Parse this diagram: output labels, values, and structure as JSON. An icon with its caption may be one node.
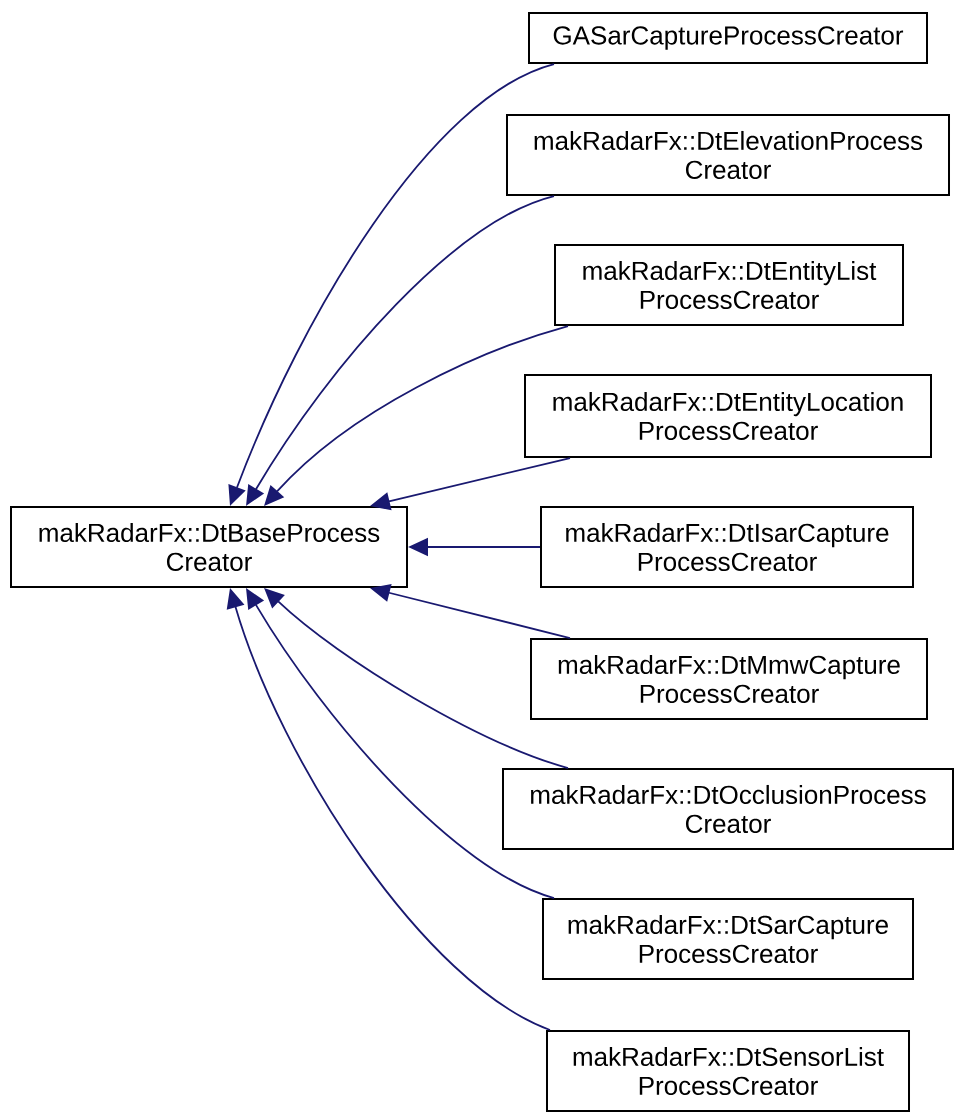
{
  "diagram": {
    "nodes": [
      {
        "text": [
          "makRadarFx::DtBaseProcess Creator"
        ]
      },
      {
        "text": [
          "GASarCaptureProcessCreator"
        ]
      },
      {
        "text": [
          "makRadarFx::DtElevationProcess Creator"
        ]
      },
      {
        "text": [
          "makRadarFx::DtEntityList ProcessCreator"
        ]
      },
      {
        "text": [
          "makRadarFx::DtEntityLocation ProcessCreator"
        ]
      },
      {
        "text": [
          "makRadarFx::DtIsarCapture ProcessCreator"
        ]
      },
      {
        "text": [
          "makRadarFx::DtMmwCapture ProcessCreator"
        ]
      },
      {
        "text": [
          "makRadarFx::DtOcclusionProcess Creator"
        ]
      },
      {
        "text": [
          "makRadarFx::DtSarCapture ProcessCreator"
        ]
      },
      {
        "text": [
          "makRadarFx::DtSensorList ProcessCreator"
        ]
      }
    ],
    "edges": [
      {
        "from": 1,
        "to": 0,
        "arrow": "to"
      },
      {
        "from": 2,
        "to": 0,
        "arrow": "to"
      },
      {
        "from": 3,
        "to": 0,
        "arrow": "to"
      },
      {
        "from": 4,
        "to": 0,
        "arrow": "to"
      },
      {
        "from": 5,
        "to": 0,
        "arrow": "to"
      },
      {
        "from": 6,
        "to": 0,
        "arrow": "to"
      },
      {
        "from": 7,
        "to": 0,
        "arrow": "to"
      },
      {
        "from": 8,
        "to": 0,
        "arrow": "to"
      },
      {
        "from": 9,
        "to": 0,
        "arrow": "to"
      }
    ]
  }
}
